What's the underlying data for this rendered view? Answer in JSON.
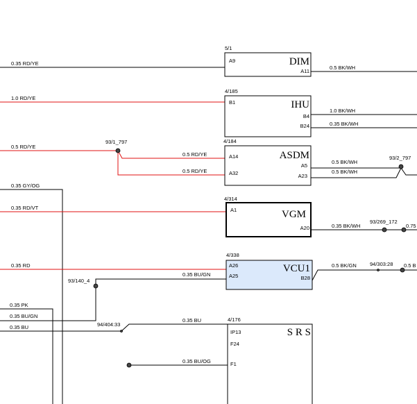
{
  "colors": {
    "red_wire": "#e01010",
    "black_wire": "#000000",
    "highlight_fill": "#dbe9fb"
  },
  "modules": {
    "dim": {
      "ref": "5/1",
      "name": "DIM",
      "pins": {
        "a9": "A9",
        "a11": "A11"
      }
    },
    "ihu": {
      "ref": "4/185",
      "name": "IHU",
      "pins": {
        "b1": "B1",
        "b4": "B4",
        "b24": "B24"
      }
    },
    "asdm": {
      "ref": "4/184",
      "name": "ASDM",
      "pins": {
        "a14": "A14",
        "a32": "A32",
        "a5": "A5",
        "a23": "A23"
      }
    },
    "vgm": {
      "ref": "4/314",
      "name": "VGM",
      "pins": {
        "a1": "A1",
        "a20": "A20"
      }
    },
    "vcu1": {
      "ref": "4/338",
      "name": "VCU1",
      "pins": {
        "a26": "A26",
        "a25": "A25",
        "b28": "B28"
      }
    },
    "srs": {
      "ref": "4/176",
      "name": "S R S",
      "pins": {
        "ip13": "IP13",
        "f24": "F24",
        "f1": "F1"
      }
    }
  },
  "wires": {
    "dim_in": "0.35 RD/YE",
    "dim_out": "0.5 BK/WH",
    "ihu_in": "1.0 RD/YE",
    "ihu_b4": "1.0 BK/WH",
    "ihu_b24": "0.35 BK/WH",
    "asdm_feed": "0.5 RD/YE",
    "asdm_a14": "0.5 RD/YE",
    "asdm_a32": "0.5 RD/YE",
    "asdm_a5": "0.5 BK/WH",
    "asdm_a23": "0.5 BK/WH",
    "gy_og": "0.35 GY/OG",
    "vgm_in": "0.35 RD/VT",
    "vgm_out": "0.35 BK/WH",
    "vgm_far": "0.75",
    "vcu_in": "0.35 RD",
    "vcu_a25": "0.35 BU/GN",
    "vcu_out": "0.5 BK/GN",
    "vcu_far": "0.5 B",
    "pk": "0.35 PK",
    "bu_gn": "0.35 BU/GN",
    "bu": "0.35 BU",
    "srs_ip13": "0.35 BU",
    "srs_f1": "0.35 BU/OG"
  },
  "splices": {
    "s93_1_797": "93/1_797",
    "s93_2_797": "93/2_797",
    "s93_269_172": "93/269_172",
    "s93_140_4": "93/140_4",
    "s94_303_28": "94/303:28",
    "s94_404_33": "94/404:33"
  }
}
